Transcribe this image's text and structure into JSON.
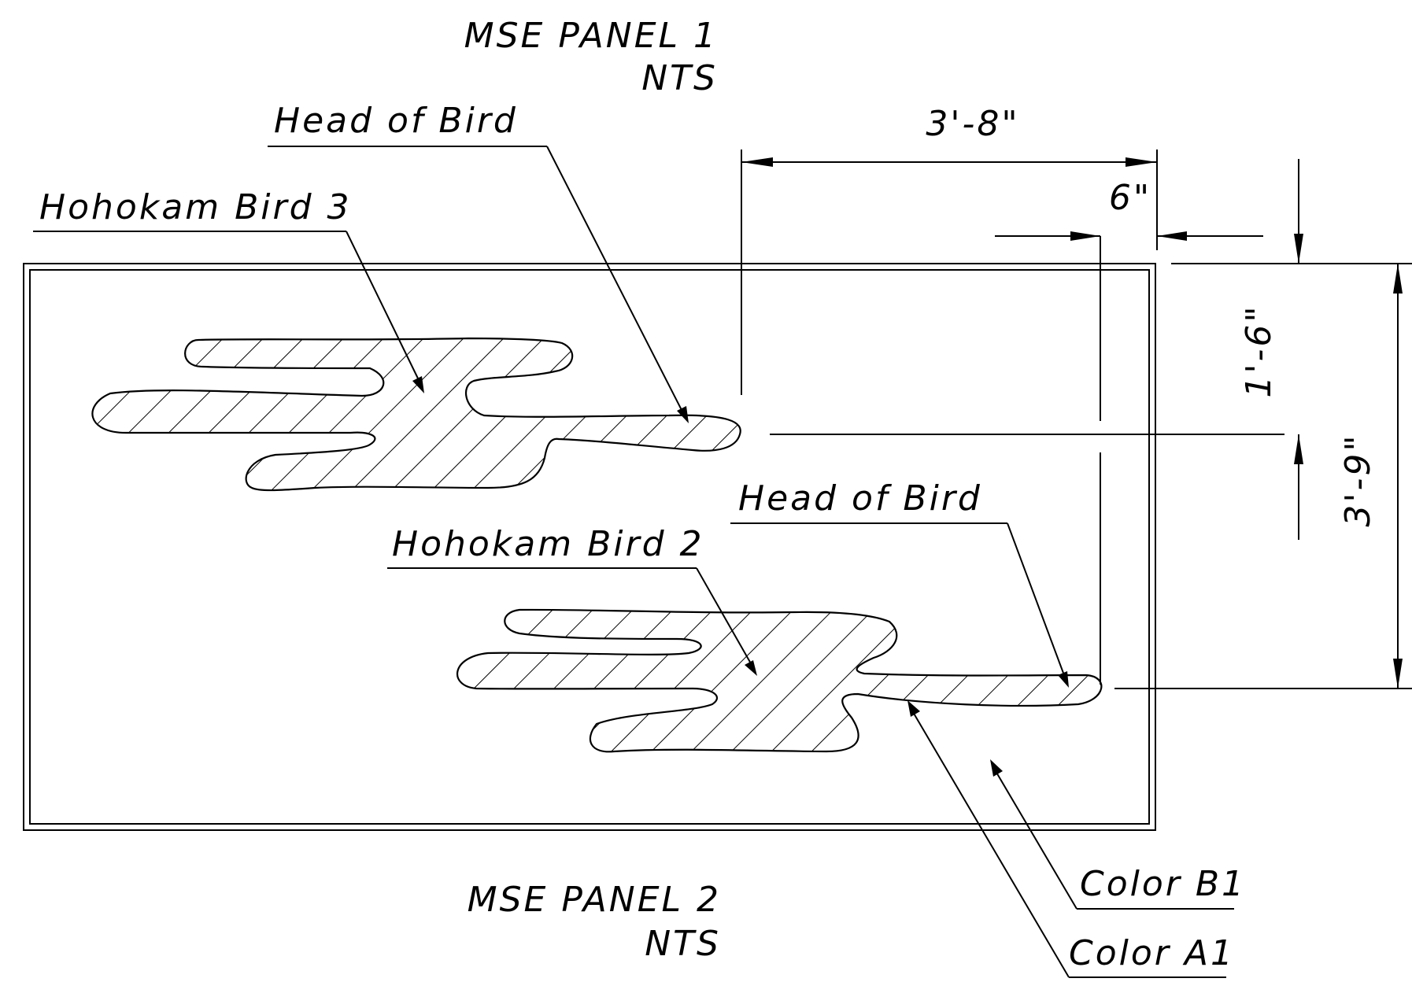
{
  "titles": {
    "panel1": "MSE PANEL 1",
    "panel1_scale": "NTS",
    "panel2": "MSE PANEL 2",
    "panel2_scale": "NTS"
  },
  "callouts": {
    "head_of_bird_upper": "Head of Bird",
    "hohokam_bird_3": "Hohokam Bird 3",
    "head_of_bird_lower": "Head of Bird",
    "hohokam_bird_2": "Hohokam Bird 2",
    "color_b1": "Color B1",
    "color_a1": "Color A1"
  },
  "dimensions": {
    "overall_width": "3'-8\"",
    "edge_offset": "6\"",
    "upper_head_height": "1'-6\"",
    "lower_head_height": "3'-9\""
  },
  "colors": {
    "line": "#000000",
    "background": "#ffffff"
  }
}
